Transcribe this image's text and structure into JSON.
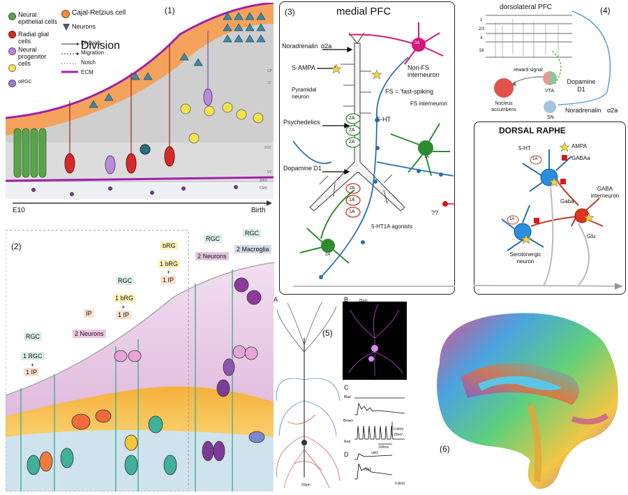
{
  "panel1": {
    "label": "(1)",
    "legend": {
      "cajal": "Cajal-Retzius cell",
      "neurons": "Neurons",
      "neural_epithelial": "Neural epithelial cells",
      "radial_glial": "Radial glial cells",
      "neural_progenitor": "Neural progenitor cells",
      "orgc": "oRGC",
      "division": "Division",
      "migration": "Migration",
      "notch": "Notch",
      "ecm": "ECM"
    },
    "zones": {
      "cp": "CP",
      "iz": "IZ",
      "svz": "SVZ",
      "vz": "VZ",
      "zikv": "ZIKV",
      "cmv": "CMV"
    },
    "timeline_start": "E10",
    "timeline_end": "Birth",
    "colors": {
      "orange_band": "#f5a25d",
      "purple_line": "#a11fa6",
      "background": "#d9d9d9"
    }
  },
  "panel2": {
    "label": "(2)",
    "boxes": [
      {
        "top": "RGC",
        "middle": "1 RGC",
        "bottom": "1 IP",
        "op": "+"
      },
      {
        "top": "IP",
        "middle": "2 Neurons"
      },
      {
        "top": "RGC",
        "middle": "1 bRG",
        "bottom": "1 IP",
        "op": "+"
      },
      {
        "top": "bRG",
        "middle": "1 bRG",
        "bottom": "1 IP",
        "op": "+"
      },
      {
        "top": "RGC",
        "middle": "2 Neurons"
      },
      {
        "top": "RGC",
        "middle": "2 Macroglia"
      }
    ],
    "colors": {
      "pink_band": "#e7c2e3",
      "yellow_band": "#f8e27a",
      "blue_band": "#cfe3ef"
    }
  },
  "panel3": {
    "label": "(3)",
    "title": "medial PFC",
    "labels": {
      "noradrenalin": "Noradrenalin",
      "alpha2a": "α2a",
      "sampa": "S-AMPA",
      "pyramidal": "Pyramidal neuron",
      "psychedelics": "Psychedelics",
      "dopamine": "Dopamine D1",
      "nonfs": "Non-FS interneuron",
      "fs_def": "FS = 'fast-spiking",
      "fs": "FS interneuron",
      "ht": "5-HT",
      "agonists": "5-HT1A agonists",
      "qq": "??",
      "r3a": "3A",
      "r2a": "2A",
      "r1a": "1A"
    }
  },
  "panel4": {
    "label": "(4)",
    "title": "dorsolateral PFC",
    "layers": [
      "1",
      "2/3",
      "4",
      "56"
    ],
    "reward": "reward signal",
    "nucleus": "Nucleus accumbens",
    "vta": "VTA",
    "sn": "SN",
    "dopamine": "Dopamine D1",
    "noradrenalin": "Noradrenalin",
    "alpha2a": "α2a",
    "colors": {
      "accumbens": "#e0534a",
      "vta_left": "#e89a90",
      "vta_right": "#8cc59a",
      "sn": "#a5c5e0"
    }
  },
  "raphe": {
    "title": "DORSAL RAPHE",
    "ht": "5-HT",
    "r1a": "1A",
    "ampa": "AMPA",
    "gabaa": "GABAa",
    "gaba": "Gaba",
    "gaba_inter": "GABA interneuron",
    "glu": "Glu",
    "sero": "Serotonergic neuron"
  },
  "panel5": {
    "label": "(5)",
    "a": "A",
    "b": "B",
    "c": "C",
    "d": "D",
    "scale_b": "25μm",
    "scale_a": "50μm",
    "blue": "Blue",
    "brown": "Brown",
    "red": "Red",
    "mv1": "0.4mV",
    "mv2": "20mV",
    "ms": "100ms",
    "cell1": "cell1",
    "cell2": "cell2",
    "mv3": "0.8mV"
  },
  "panel6": {
    "label": "(6)"
  }
}
